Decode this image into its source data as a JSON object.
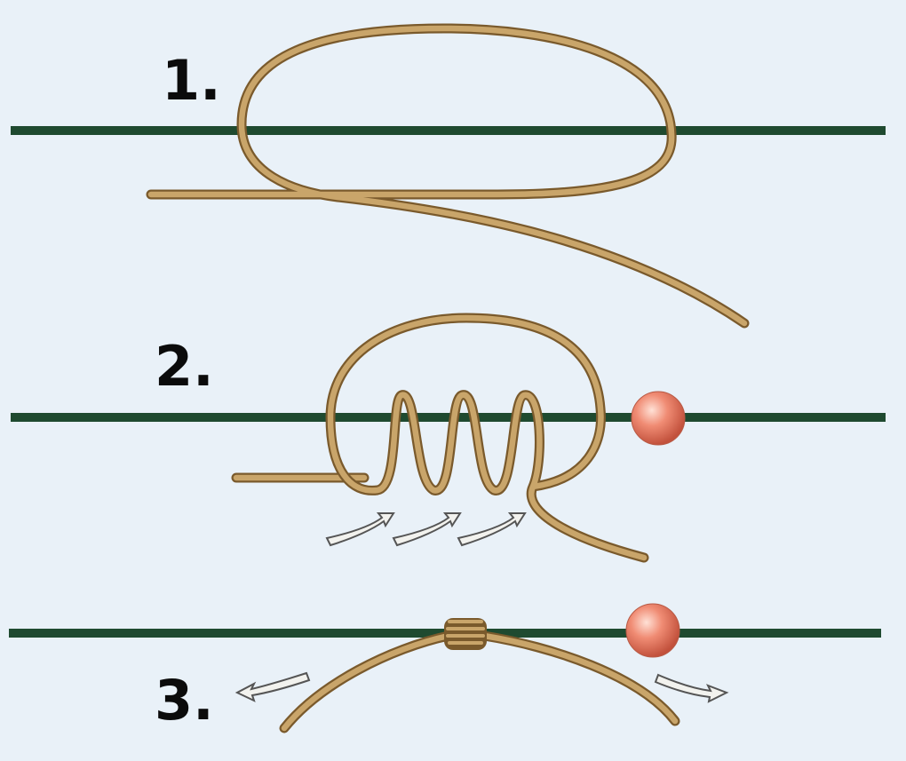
{
  "steps": [
    {
      "number": "1."
    },
    {
      "number": "2."
    },
    {
      "number": "3."
    }
  ],
  "colors": {
    "background": "#e9f1f8",
    "main_line": "#1f4a30",
    "rope": "#c9a56a",
    "rope_outline": "#7a5a2c",
    "bead": "#f08c74",
    "arrow_fill": "#f2f2ee",
    "arrow_outline": "#555555"
  },
  "icons": [
    "bead-icon",
    "arrow-icon"
  ]
}
